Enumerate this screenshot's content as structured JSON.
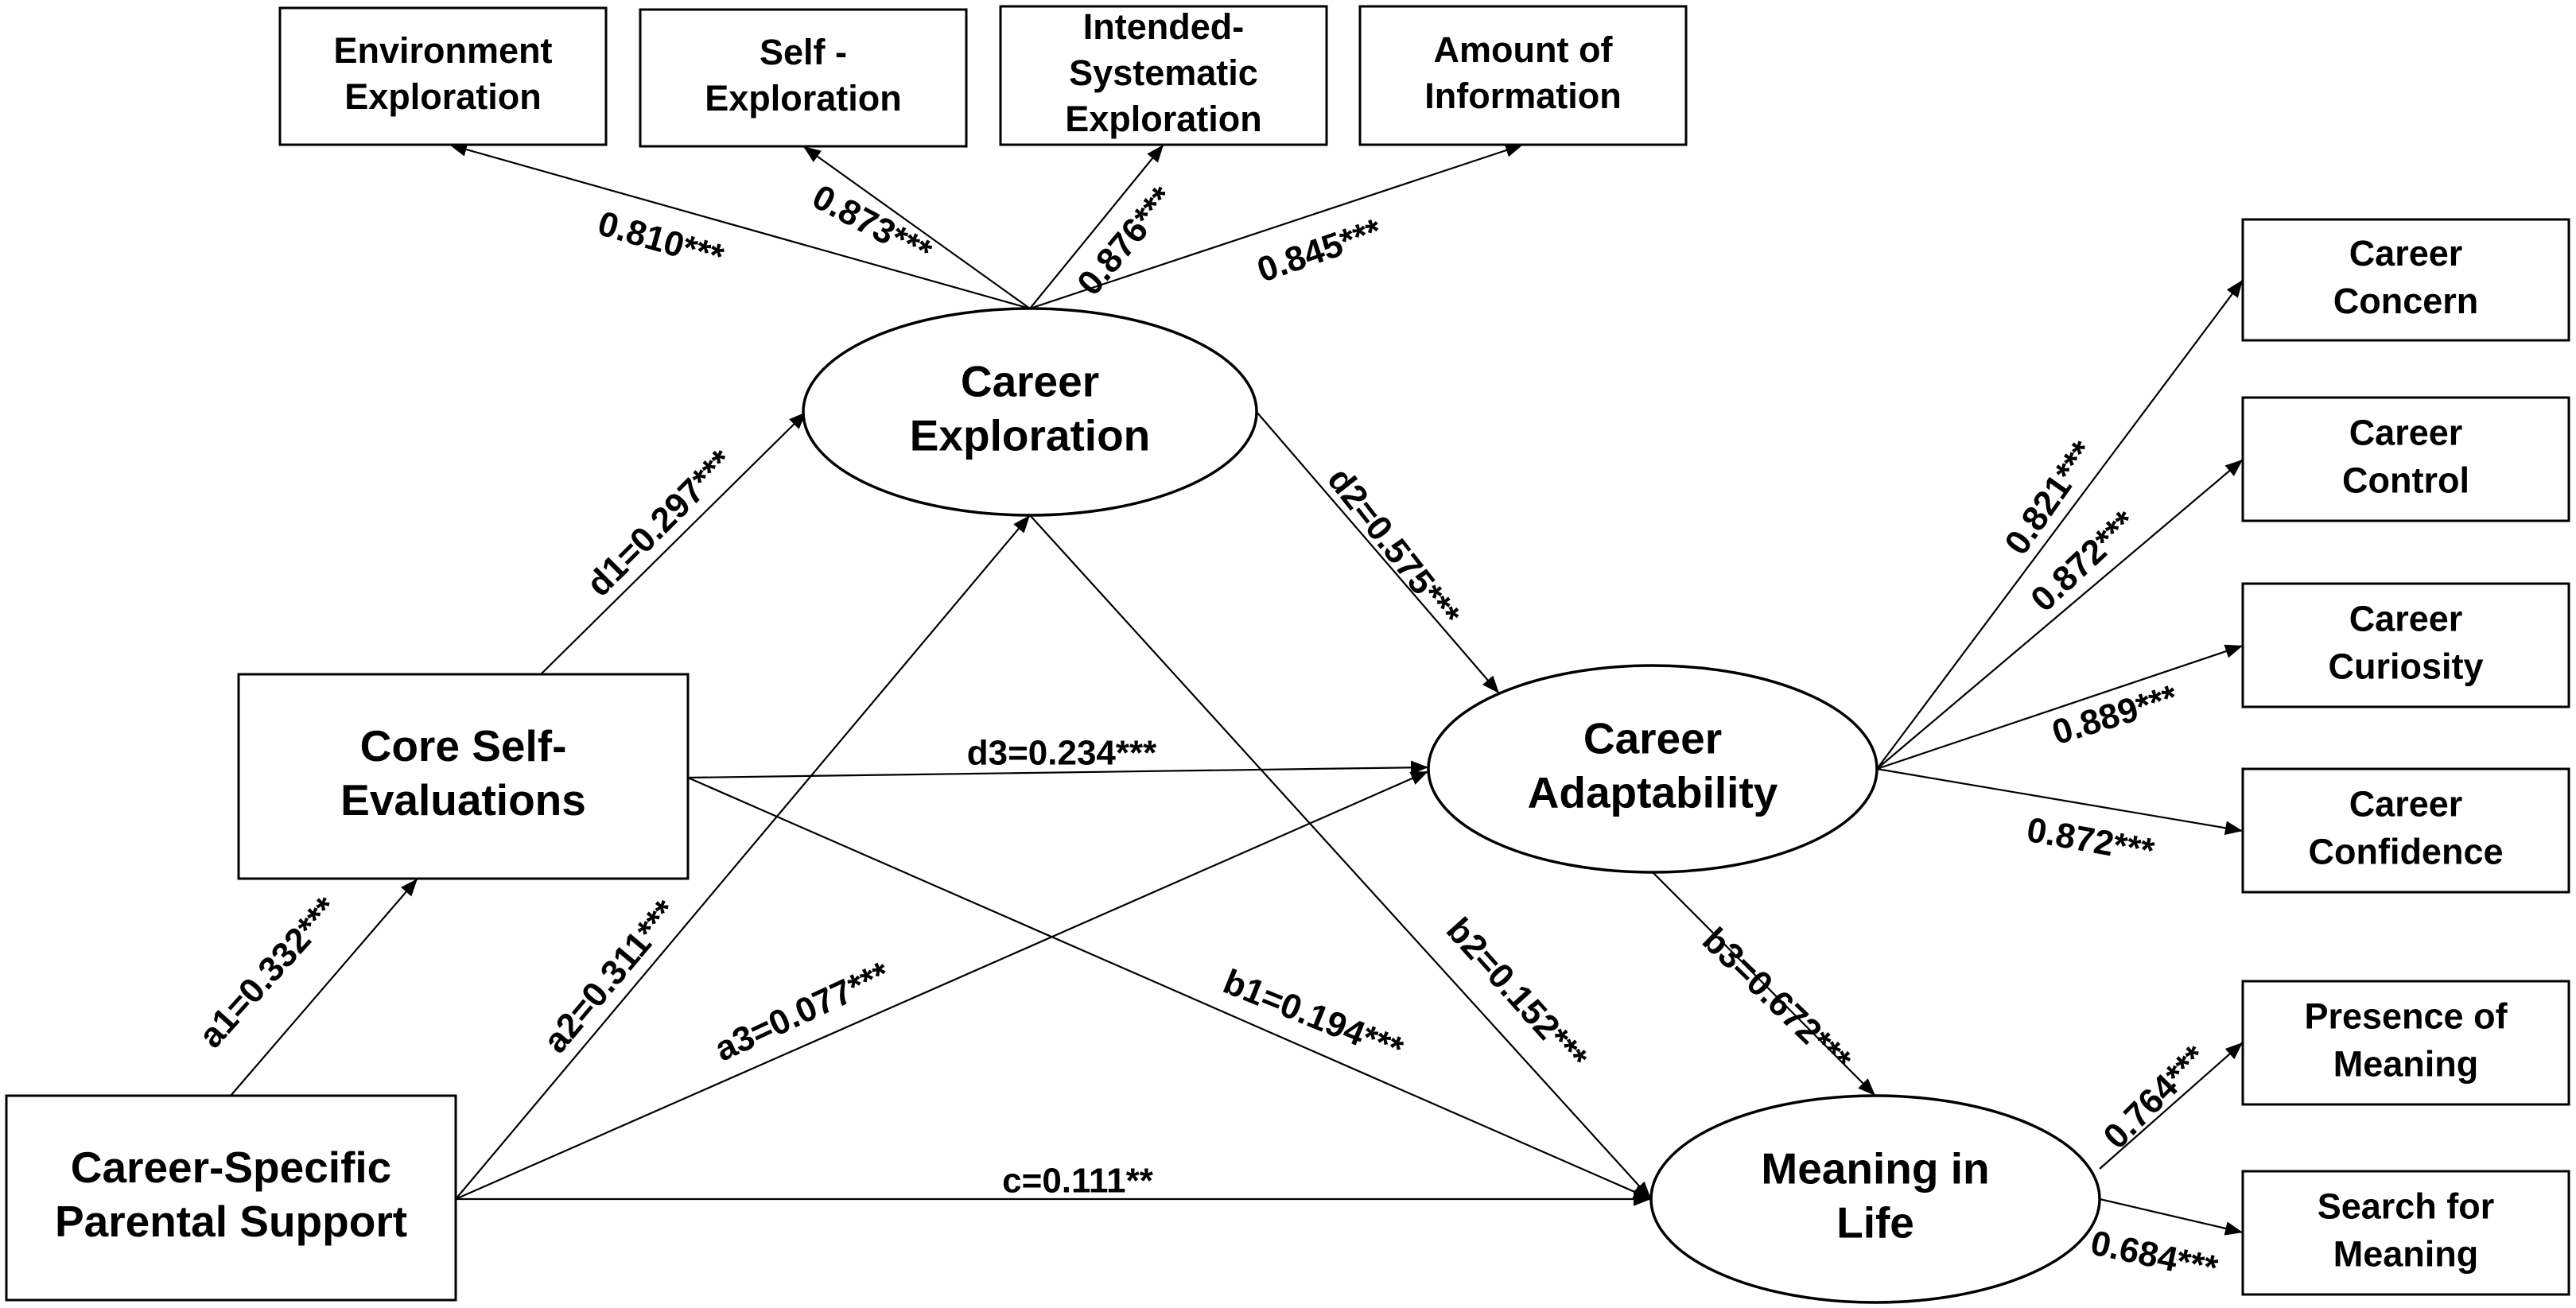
{
  "nodes": {
    "environment_exploration": [
      "Environment",
      "Exploration"
    ],
    "self_exploration": [
      "Self -",
      "Exploration"
    ],
    "intended_systematic_exploration": [
      "Intended-",
      "Systematic",
      "Exploration"
    ],
    "amount_of_information": [
      "Amount of",
      "Information"
    ],
    "career_exploration": [
      "Career",
      "Exploration"
    ],
    "core_self_evaluations": [
      "Core Self-",
      "Evaluations"
    ],
    "career_specific_parental_support": [
      "Career-Specific",
      "Parental Support"
    ],
    "career_adaptability": [
      "Career",
      "Adaptability"
    ],
    "meaning_in_life": [
      "Meaning in",
      "Life"
    ],
    "career_concern": [
      "Career",
      "Concern"
    ],
    "career_control": [
      "Career",
      "Control"
    ],
    "career_curiosity": [
      "Career",
      "Curiosity"
    ],
    "career_confidence": [
      "Career",
      "Confidence"
    ],
    "presence_of_meaning": [
      "Presence of",
      "Meaning"
    ],
    "search_for_meaning": [
      "Search for",
      "Meaning"
    ]
  },
  "edges": [
    {
      "id": "exp-env",
      "from": "career_exploration",
      "to": "environment_exploration",
      "label": "0.810***"
    },
    {
      "id": "exp-self",
      "from": "career_exploration",
      "to": "self_exploration",
      "label": "0.873***"
    },
    {
      "id": "exp-intended",
      "from": "career_exploration",
      "to": "intended_systematic_exploration",
      "label": "0.876***"
    },
    {
      "id": "exp-amount",
      "from": "career_exploration",
      "to": "amount_of_information",
      "label": "0.845***"
    },
    {
      "id": "d1",
      "from": "core_self_evaluations",
      "to": "career_exploration",
      "label": "d1=0.297***"
    },
    {
      "id": "d2",
      "from": "career_exploration",
      "to": "career_adaptability",
      "label": "d2=0.575***"
    },
    {
      "id": "d3",
      "from": "core_self_evaluations",
      "to": "career_adaptability",
      "label": "d3=0.234***"
    },
    {
      "id": "a1",
      "from": "career_specific_parental_support",
      "to": "core_self_evaluations",
      "label": "a1=0.332***"
    },
    {
      "id": "a2",
      "from": "career_specific_parental_support",
      "to": "career_exploration",
      "label": "a2=0.311***"
    },
    {
      "id": "a3",
      "from": "career_specific_parental_support",
      "to": "career_adaptability",
      "label": "a3=0.077***"
    },
    {
      "id": "b1",
      "from": "core_self_evaluations",
      "to": "meaning_in_life",
      "label": "b1=0.194***"
    },
    {
      "id": "b2",
      "from": "career_exploration",
      "to": "meaning_in_life",
      "label": "b2=0.152***"
    },
    {
      "id": "b3",
      "from": "career_adaptability",
      "to": "meaning_in_life",
      "label": "b3=0.672***"
    },
    {
      "id": "c",
      "from": "career_specific_parental_support",
      "to": "meaning_in_life",
      "label": "c=0.111**"
    },
    {
      "id": "adapt-concern",
      "from": "career_adaptability",
      "to": "career_concern",
      "label": "0.821***"
    },
    {
      "id": "adapt-control",
      "from": "career_adaptability",
      "to": "career_control",
      "label": "0.872***"
    },
    {
      "id": "adapt-curiosity",
      "from": "career_adaptability",
      "to": "career_curiosity",
      "label": "0.889***"
    },
    {
      "id": "adapt-confidence",
      "from": "career_adaptability",
      "to": "career_confidence",
      "label": "0.872***"
    },
    {
      "id": "mil-presence",
      "from": "meaning_in_life",
      "to": "presence_of_meaning",
      "label": "0.764***"
    },
    {
      "id": "mil-search",
      "from": "meaning_in_life",
      "to": "search_for_meaning",
      "label": "0.684***"
    }
  ]
}
